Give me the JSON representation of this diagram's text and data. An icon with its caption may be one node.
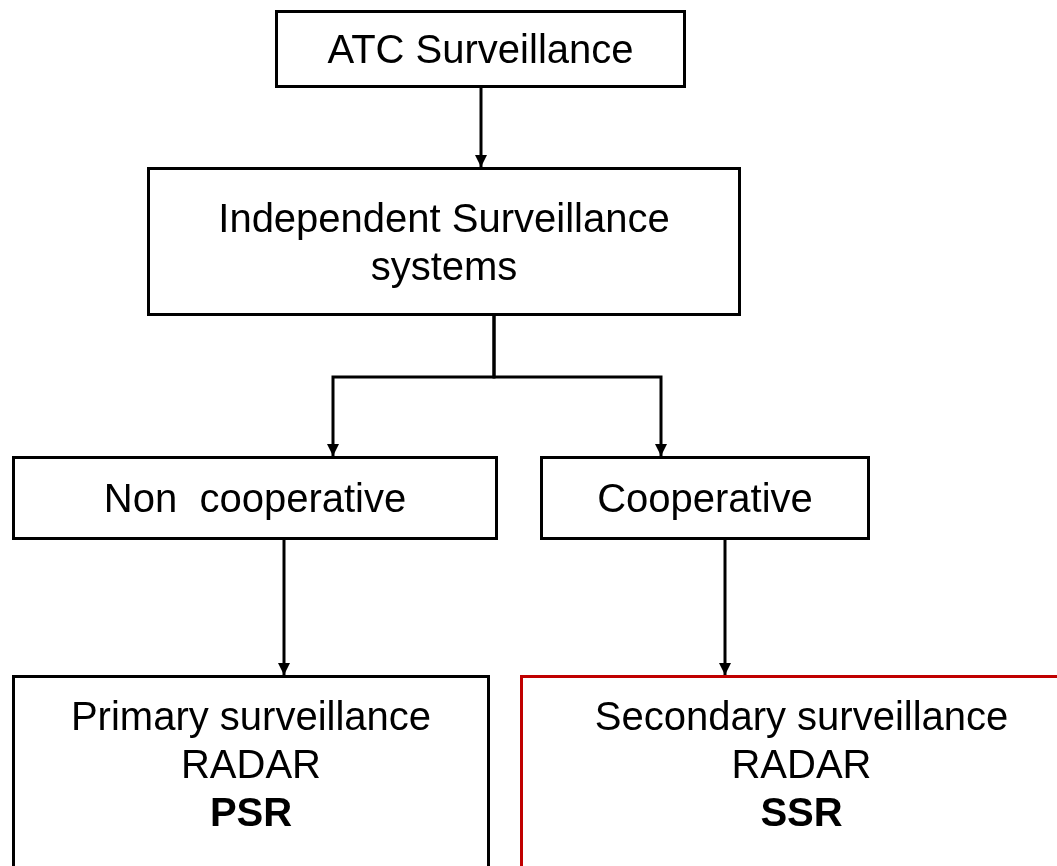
{
  "diagram": {
    "nodes": [
      {
        "text": [
          "ATC Surveillance"
        ]
      },
      {
        "text": [
          "Independent Surveillance systems"
        ]
      },
      {
        "text": [
          "Non  cooperative"
        ]
      },
      {
        "text": [
          "Cooperative"
        ]
      },
      {
        "text": [
          "Primary surveillance RADAR",
          "PSR"
        ]
      },
      {
        "text": [
          "Secondary surveillance RADAR",
          "SSR"
        ]
      }
    ],
    "edges": [
      {
        "from": 0,
        "to": 1,
        "arrow": "to"
      },
      {
        "from": 1,
        "to": 2,
        "arrow": "to"
      },
      {
        "from": 1,
        "to": 3,
        "arrow": "to"
      },
      {
        "from": 2,
        "to": 4,
        "arrow": "to"
      },
      {
        "from": 3,
        "to": 5,
        "arrow": "to"
      }
    ]
  }
}
